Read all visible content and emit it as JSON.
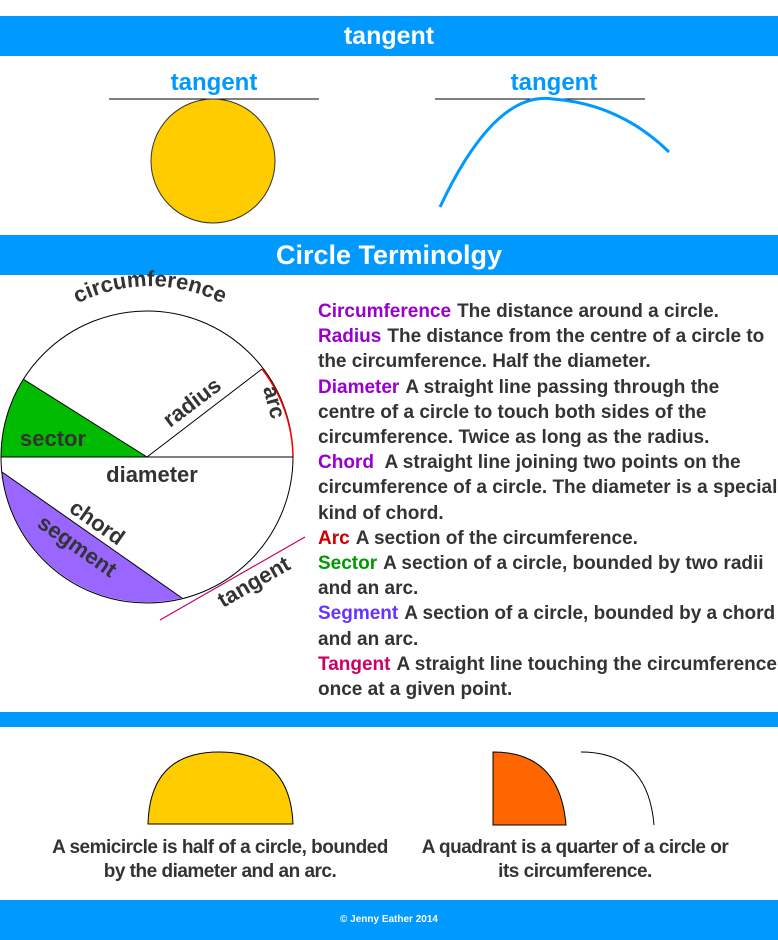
{
  "tangent_section": {
    "header": "tangent",
    "left_label": "tangent",
    "right_label": "tangent"
  },
  "terminology_section": {
    "header": "Circle Terminolgy",
    "diagram_labels": {
      "circumference": "circumference",
      "radius": "radius",
      "arc": "arc",
      "sector": "sector",
      "diameter": "diameter",
      "chord": "chord",
      "segment": "segment",
      "tangent": "tangent"
    },
    "definitions": [
      {
        "term": "Circumference",
        "text": "The distance around a circle.",
        "color": "#9900cc"
      },
      {
        "term": "Radius",
        "text": "The distance from the centre of a circle to the circumference. Half the diameter.",
        "color": "#9900cc"
      },
      {
        "term": "Diameter",
        "text": "A straight line passing through the centre of a circle to touch both sides of the circumference. Twice as long as the radius.",
        "color": "#9900cc"
      },
      {
        "term": "Chord",
        "text": " A straight line joining two points on the circumference of a circle. The diameter is a special kind of chord.",
        "color": "#9900cc"
      },
      {
        "term": "Arc",
        "text": "A section of the circumference.",
        "color": "#cc0000"
      },
      {
        "term": "Sector",
        "text": "A section of a circle, bounded by two radii and an arc.",
        "color": "#009900"
      },
      {
        "term": "Segment",
        "text": "A section of a circle, bounded by a chord and an arc.",
        "color": "#6633ff"
      },
      {
        "term": "Tangent",
        "text": "A straight line touching the circumference once at a given point.",
        "color": "#cc0066"
      }
    ]
  },
  "shapes_section": {
    "semicircle_caption": "A semicircle is half of a circle, bounded by the diameter and an arc.",
    "quadrant_caption": "A quadrant is a quarter of a circle or its circumference."
  },
  "footer": {
    "copyright": "© Jenny Eather 2014"
  },
  "colors": {
    "accent": "#0099ff",
    "yellow": "#ffcc00",
    "orange": "#ff6600",
    "green": "#00bb00",
    "purple": "#9966ff",
    "arc_red": "#ff0000",
    "tangent_pink": "#cc0066"
  }
}
